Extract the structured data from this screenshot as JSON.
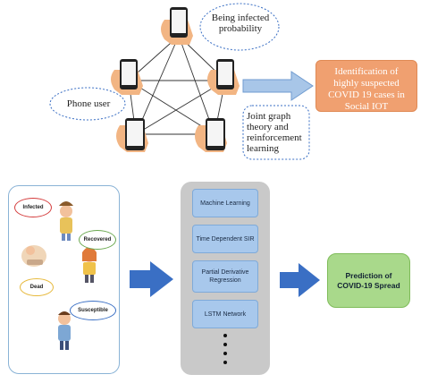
{
  "top": {
    "bubble_infected": "Being infected probability",
    "bubble_phone_user": "Phone user",
    "bubble_joint": "Joint graph theory and reinforcement learning",
    "result_box": "Identification of highly suspected COVID 19 cases in Social IOT"
  },
  "left_panel": {
    "infected": "Infected",
    "recovered": "Recovered",
    "dead": "Dead",
    "susceptible": "Susceptible"
  },
  "methods": [
    "Machine Learning",
    "Time Dependent SIR",
    "Partial Derivative Regression",
    "LSTM Network"
  ],
  "prediction": "Prediction of COVID-19 Spread",
  "colors": {
    "arrow_blue": "#3a6fc4",
    "result_orange": "#f0a070",
    "step_blue": "#a8c8ec",
    "pred_green": "#a9d98b",
    "panel_gray": "#c9c9c9"
  }
}
